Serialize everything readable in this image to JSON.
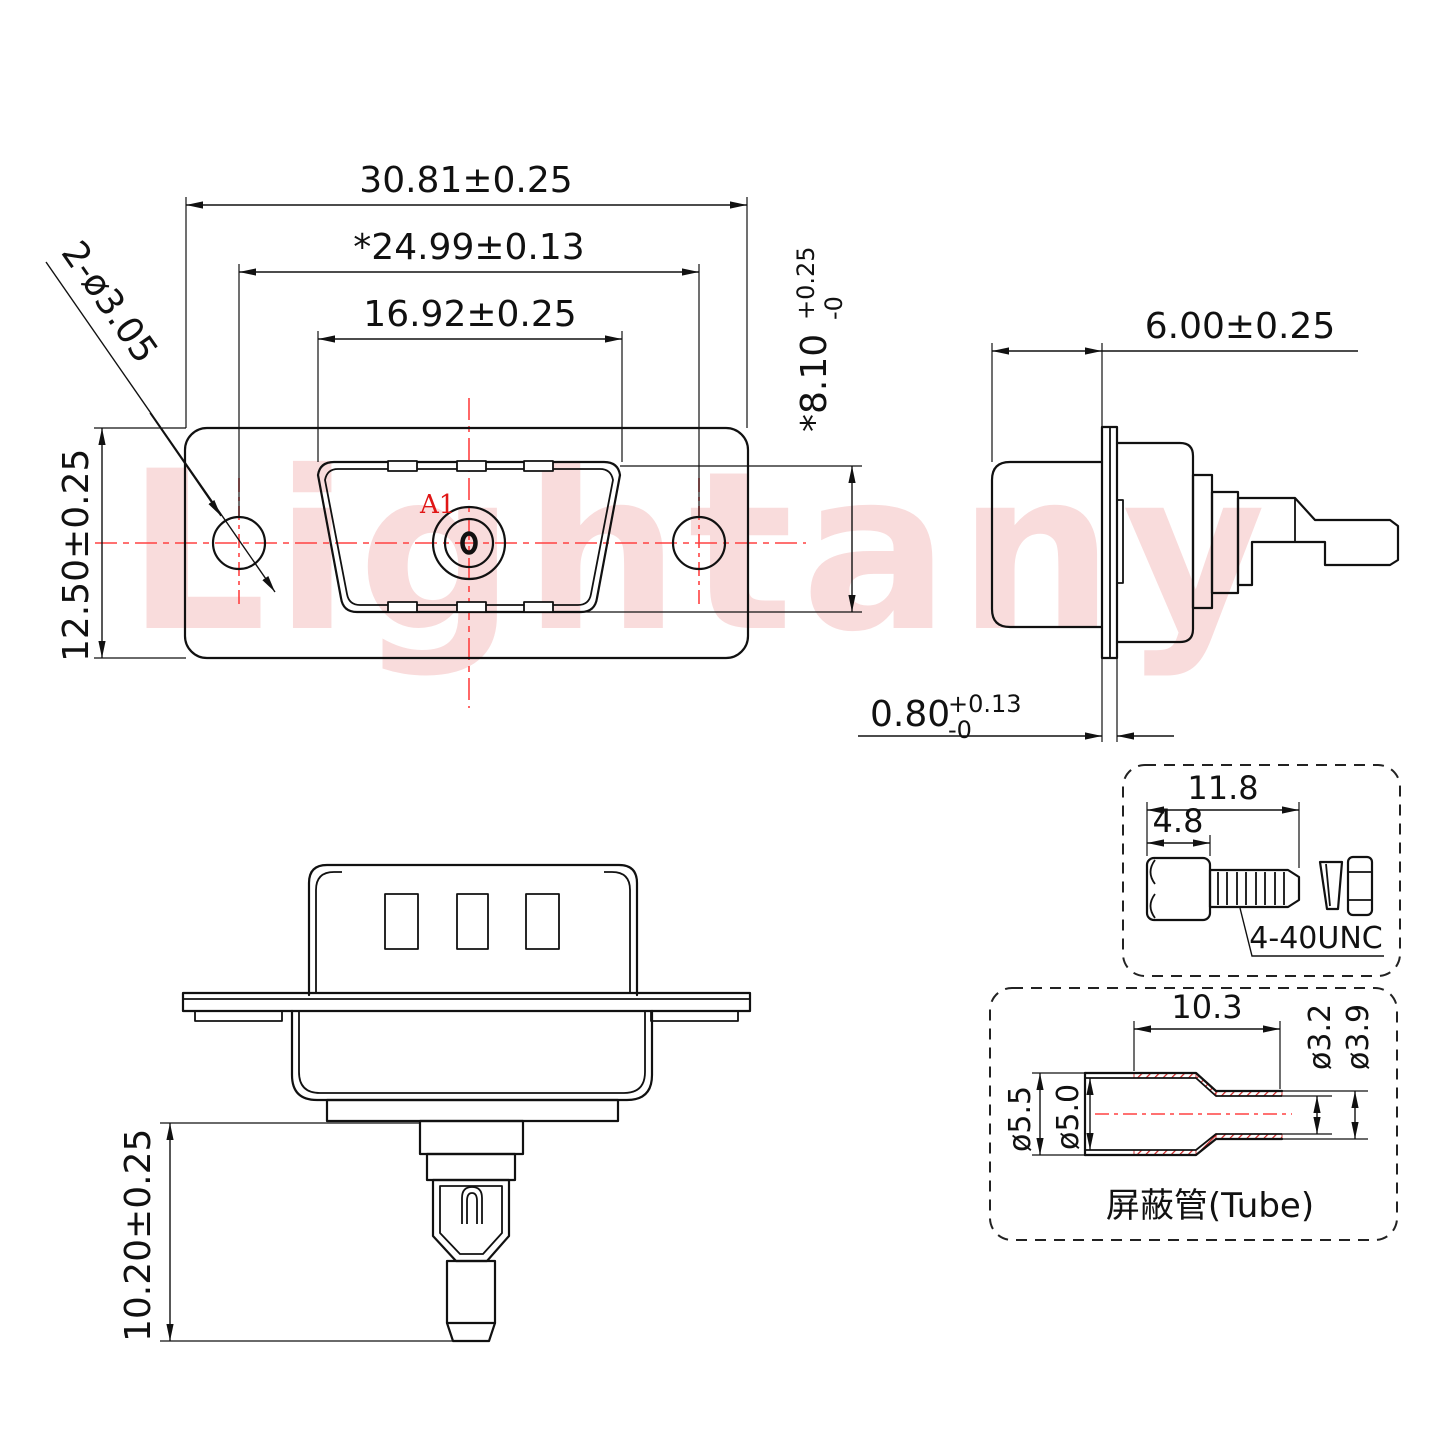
{
  "drawing": {
    "watermark": "Lightany",
    "front_view": {
      "dim_flange_width": "30.81±0.25",
      "dim_hole_spacing": "*24.99±0.13",
      "dim_shell_width": "16.92±0.25",
      "dim_flange_height": "12.50±0.25",
      "dim_mounting_holes": "2-ø3.05",
      "dim_shell_height": "*8.10",
      "dim_shell_height_tol_plus": "+0.25",
      "dim_shell_height_tol_minus": "-0",
      "contact_label": "A1"
    },
    "side_view": {
      "dim_depth": "6.00±0.25",
      "dim_flange_thickness": "0.80",
      "dim_flange_thickness_tol_plus": "+0.13",
      "dim_flange_thickness_tol_minus": "-0"
    },
    "bottom_view": {
      "dim_pin_length": "10.20±0.25"
    },
    "screw_detail": {
      "dim_total_length": "11.8",
      "dim_head_length": "4.8",
      "thread_spec": "4-40UNC"
    },
    "tube_detail": {
      "dim_hatched_length": "10.3",
      "dim_outer_large": "ø5.5",
      "dim_inner_large": "ø5.0",
      "dim_inner_small": "ø3.2",
      "dim_outer_small": "ø3.9",
      "label": "屏蔽管(Tube)"
    },
    "colors": {
      "line": "#111111",
      "centerline_red": "#ff4242",
      "label_red": "#e01616",
      "watermark_pink": "#f9dcdc",
      "hatch_red": "#cc2222"
    }
  }
}
